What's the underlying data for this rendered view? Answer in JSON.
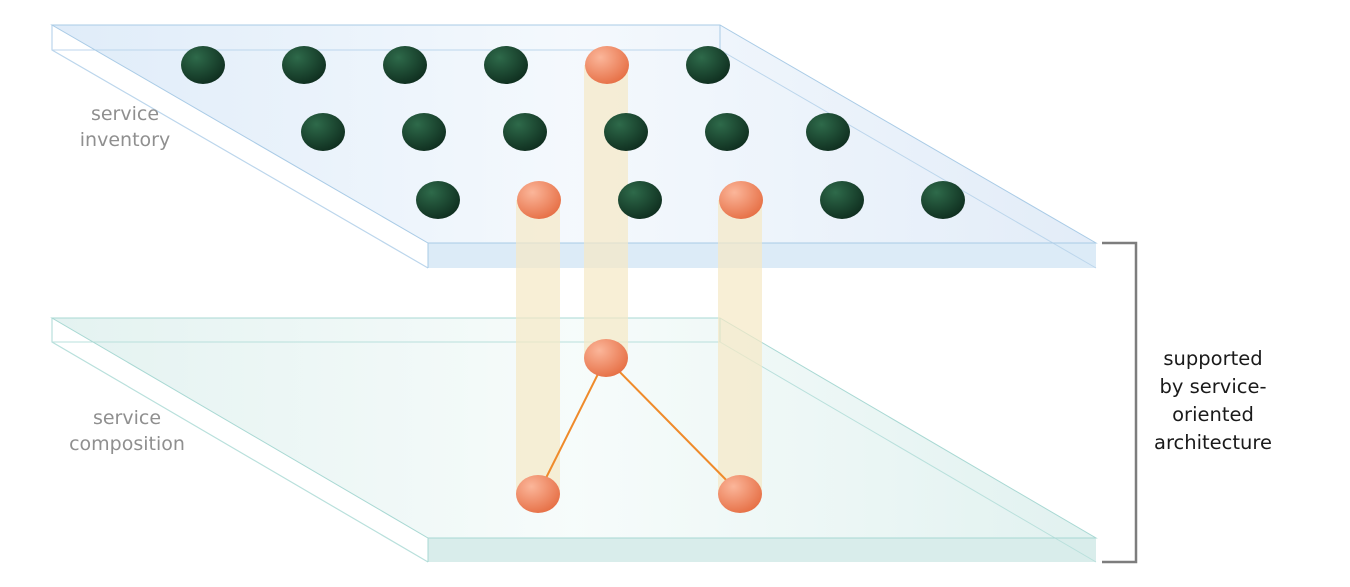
{
  "labels": {
    "inventory": [
      "service",
      "inventory"
    ],
    "composition": [
      "service",
      "composition"
    ],
    "bracket": [
      "supported",
      "by service-",
      "oriented",
      "architecture"
    ]
  },
  "colors": {
    "inventory_plane": "#e4effa",
    "inventory_plane_edge": "#a9cbe6",
    "composition_plane": "#e5f4f3",
    "composition_plane_edge": "#a8d8d3",
    "service_dot": "#1c4a32",
    "selected_service_dot": "#f28a66",
    "connector_column": "#f5e8c4",
    "composition_link": "#ef8a2a",
    "bracket": "#7d7d7d"
  },
  "inventory_services": {
    "rows": [
      [
        "dark",
        "dark",
        "dark",
        "dark",
        "selected",
        "dark"
      ],
      [
        "dark",
        "dark",
        "dark",
        "dark",
        "dark",
        "dark"
      ],
      [
        "dark",
        "selected",
        "dark",
        "selected",
        "dark",
        "dark"
      ]
    ]
  },
  "composition_services": {
    "members": [
      "selected",
      "selected",
      "selected"
    ],
    "links": [
      [
        0,
        1
      ],
      [
        0,
        2
      ]
    ]
  }
}
